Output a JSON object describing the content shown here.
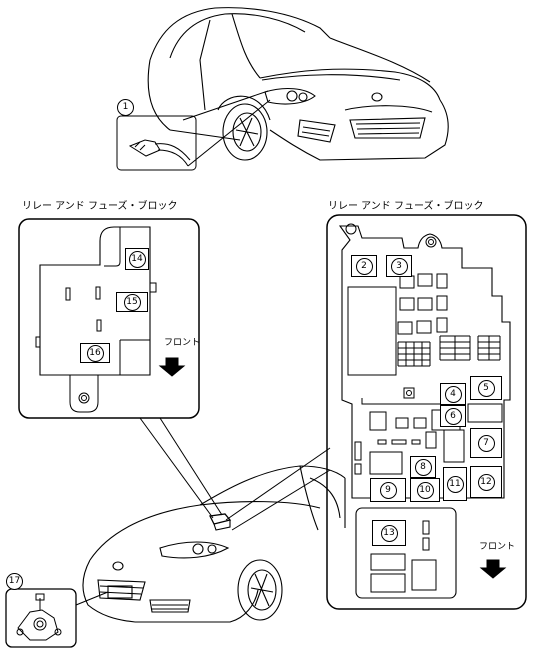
{
  "labels": {
    "relay_block_left": "リレー アンド フューズ・ブロック",
    "relay_block_right": "リレー アンド フューズ・ブロック",
    "front_left": "フロント",
    "front_right": "フロント"
  },
  "callouts": {
    "n1": "1",
    "n2": "2",
    "n3": "3",
    "n4": "4",
    "n5": "5",
    "n6": "6",
    "n7": "7",
    "n8": "8",
    "n9": "9",
    "n10": "10",
    "n11": "11",
    "n12": "12",
    "n13": "13",
    "n14": "14",
    "n15": "15",
    "n16": "16",
    "n17": "17"
  }
}
